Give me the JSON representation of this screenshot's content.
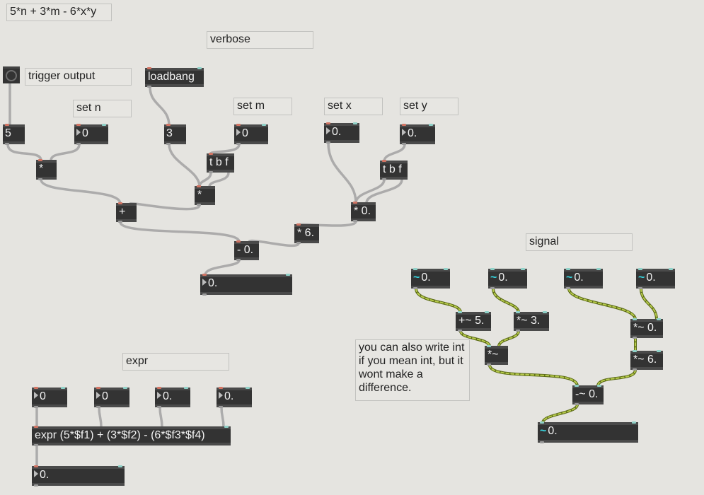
{
  "title_comment": "5*n + 3*m - 6*x*y",
  "comments": {
    "verbose": "verbose",
    "trigger_output": "trigger output",
    "set_n": "set n",
    "set_m": "set m",
    "set_x": "set x",
    "set_y": "set y",
    "signal": "signal",
    "expr": "expr",
    "note": "you can also write int if you mean int, but it wont make a difference."
  },
  "objects": {
    "loadbang": "loadbang",
    "tbf1": "t b f",
    "tbf2": "t b f",
    "mult1": "*",
    "mult2": "*",
    "plus": "+",
    "mult0": "* 0.",
    "mult6": "* 6.",
    "minus0": "- 0.",
    "sig_plus5": "+~ 5.",
    "sig_mult3": "*~ 3.",
    "sig_mult": "*~",
    "sig_mult0": "*~ 0.",
    "sig_mult6": "*~ 6.",
    "sig_minus0": "-~ 0.",
    "expr_obj": "expr (5*$f1) + (3*$f2) - (6*$f3*$f4)"
  },
  "numbers": {
    "n5": "5",
    "n_set_n": "0",
    "n3": "3",
    "n_set_m": "0",
    "n_set_x": "0.",
    "n_set_y": "0.",
    "n_result": "0.",
    "sig1": "0.",
    "sig2": "0.",
    "sig3": "0.",
    "sig4": "0.",
    "sig_result": "0.",
    "e1": "0",
    "e2": "0",
    "e3": "0.",
    "e4": "0.",
    "expr_result": "0."
  },
  "signal_glyph": "~",
  "colors": {
    "canvas": "#e5e4e0",
    "box": "#333333",
    "patch_cord": "#a9a9a9",
    "signal_cord": "#9bb13a",
    "inlet_control": "#d27463",
    "inlet_signal": "#8fd1c8",
    "signal_text": "#37d5e0"
  }
}
